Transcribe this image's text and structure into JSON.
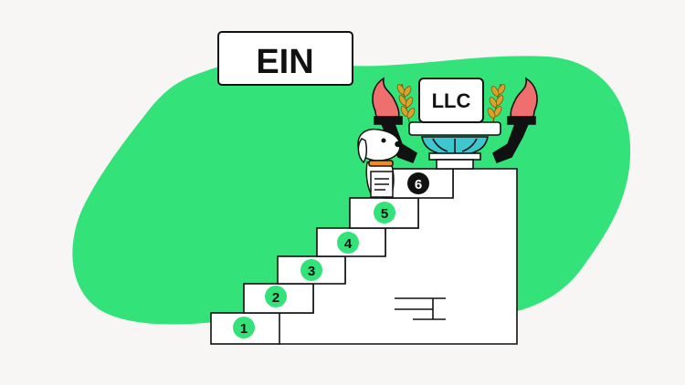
{
  "sign": {
    "text": "EIN"
  },
  "monument": {
    "text": "LLC"
  },
  "steps": [
    {
      "number": "1"
    },
    {
      "number": "2"
    },
    {
      "number": "3"
    },
    {
      "number": "4"
    },
    {
      "number": "5"
    },
    {
      "number": "6"
    }
  ],
  "colors": {
    "background": "#f7f6f4",
    "blob": "#33e37a",
    "badge": "#33e37a",
    "badge_top": "#111111",
    "flame": "#ef6f6f",
    "bowl": "#3fc7d0",
    "wheat": "#d9a22b",
    "collar": "#f28a1e",
    "outline": "#111111"
  }
}
